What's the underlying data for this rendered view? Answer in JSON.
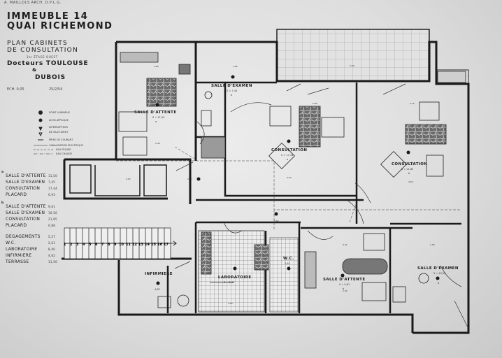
{
  "header": {
    "credit": "A. MAILLOLS ARCH. D.P.L.G.",
    "title_line1": "IMMEUBLE 14",
    "title_line2": "QUAI RICHEMOND",
    "subtitle_line1": "PLAN CABINETS",
    "subtitle_line2": "DE CONSULTATION",
    "subtitle_line3": "1er ÉTAGE OUEST",
    "doctors_line1": "Docteurs TOULOUSE",
    "doctors_amp": "&",
    "doctors_line2": "DUBOIS",
    "scale": "ECH. 0,05",
    "date": "25/2/54"
  },
  "legend": [
    {
      "symbol": "lamp",
      "label": "POINT LUMINEUX"
    },
    {
      "symbol": "wall-lamp",
      "label": "ID EN APPLIQUE"
    },
    {
      "symbol": "switch",
      "label": "INTERRUPTEUR"
    },
    {
      "symbol": "switch2",
      "label": "DE VA-ET-VIENT"
    },
    {
      "symbol": "socket",
      "label": "PRISE DE COURANT"
    },
    {
      "symbol": "line",
      "label": "CANALISATION ÉLECTRIQUE"
    },
    {
      "symbol": "dash",
      "label": "EAU FROIDE"
    },
    {
      "symbol": "dashdot",
      "label": "EAU CHAUDE"
    }
  ],
  "areas": {
    "group_a": {
      "label": "a",
      "rows": [
        {
          "name": "SALLE D'ATTENTE",
          "value": "11,50"
        },
        {
          "name": "SALLE D'EXAMEN",
          "value": "7,45"
        },
        {
          "name": "CONSULTATION",
          "value": "17,44"
        },
        {
          "name": "PLACARD",
          "value": "0,93"
        }
      ]
    },
    "group_b": {
      "label": "b",
      "rows": [
        {
          "name": "SALLE D'ATTENTE",
          "value": "9,81"
        },
        {
          "name": "SALLE D'EXAMEN",
          "value": "10,50"
        },
        {
          "name": "CONSULTATION",
          "value": "21,85"
        },
        {
          "name": "PLACARD",
          "value": "0,88"
        }
      ]
    },
    "common": {
      "rows": [
        {
          "name": "DEGAGEMENTS",
          "value": "5,37"
        },
        {
          "name": "W.C.",
          "value": "2,61"
        },
        {
          "name": "LABORATOIRE",
          "value": "8,40"
        },
        {
          "name": "INFIRMIERE",
          "value": "4,82"
        },
        {
          "name": "TERRASSE",
          "value": "11,50"
        }
      ]
    }
  },
  "stairs": {
    "steps": [
      "1",
      "2",
      "3",
      "4",
      "5",
      "6",
      "7",
      "8",
      "9",
      "10",
      "11",
      "12",
      "13",
      "14",
      "15",
      "16",
      "17"
    ]
  },
  "rooms": {
    "salle_attente_a": {
      "name": "SALLE D'ATTENTE",
      "area": "S = 11,50",
      "tag": "a"
    },
    "salle_examen_a": {
      "name": "SALLE D'EXAMEN",
      "area": "S = 7,45",
      "tag": "a"
    },
    "consultation_a": {
      "name": "CONSULTATION",
      "area": "S = 17,44",
      "tag": "a"
    },
    "consultation_b": {
      "name": "CONSULTATION",
      "area": "S = 21,85",
      "tag": "b"
    },
    "infirmiere": {
      "name": "INFIRMIERE",
      "area": "4,82"
    },
    "laboratoire": {
      "name": "LABORATOIRE",
      "area": "S = 8,40"
    },
    "wc": {
      "name": "W.C.",
      "area": "2,61"
    },
    "salle_attente_b": {
      "name": "SALLE D'ATTENTE",
      "area": "S = 9,81",
      "tag": "b"
    },
    "salle_examen_b": {
      "name": "SALLE D'EXAMEN",
      "area": "S = 10,50",
      "tag": "b"
    }
  },
  "dimensions": {
    "d1": "2,80",
    "d2": "2,80",
    "d3": "5,60",
    "d4": "2,80",
    "d5": "4,10",
    "d6": "2,40",
    "d7": "4,52",
    "d8": "2,20",
    "d9": "4,60",
    "d10": "3,92",
    "d11": "3,31",
    "d12": "1,95",
    "d13": "2,52",
    "d14": "3,80",
    "d15": "2,30"
  },
  "colors": {
    "paper": "#e4e4e4",
    "ink": "#1d1d1d",
    "wall_fill": "#f2f2f2"
  }
}
